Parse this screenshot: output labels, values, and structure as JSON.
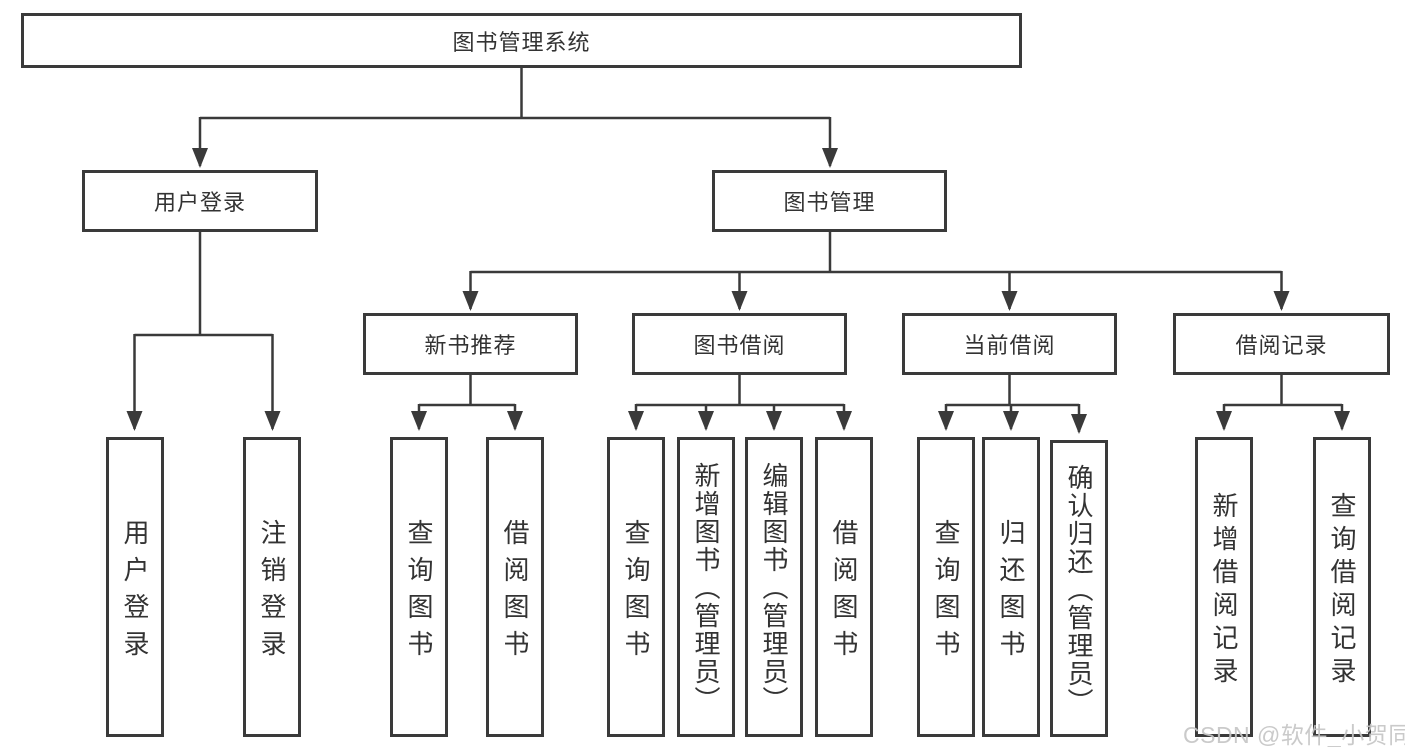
{
  "diagram": {
    "root": "图书管理系统",
    "level2": {
      "user_login": "用户登录",
      "book_mgmt": "图书管理"
    },
    "level3": {
      "new_book": "新书推荐",
      "book_borrow": "图书借阅",
      "current_borrow": "当前借阅",
      "borrow_record": "借阅记录"
    },
    "leaves": {
      "user_login": [
        "用户登录",
        "注销登录"
      ],
      "new_book": [
        "查询图书",
        "借阅图书"
      ],
      "book_borrow": [
        "查询图书",
        "新增图书（管理员）",
        "编辑图书（管理员）",
        "借阅图书"
      ],
      "current_borrow": [
        "查询图书",
        "归还图书",
        "确认归还（管理员）"
      ],
      "borrow_record": [
        "新增借阅记录",
        "查询借阅记录"
      ]
    }
  },
  "watermark": "CSDN @软件_小贺同学",
  "colors": {
    "line": "#3a3a3a",
    "text": "#333333",
    "background": "#ffffff",
    "watermark": "#c6c6c6"
  }
}
